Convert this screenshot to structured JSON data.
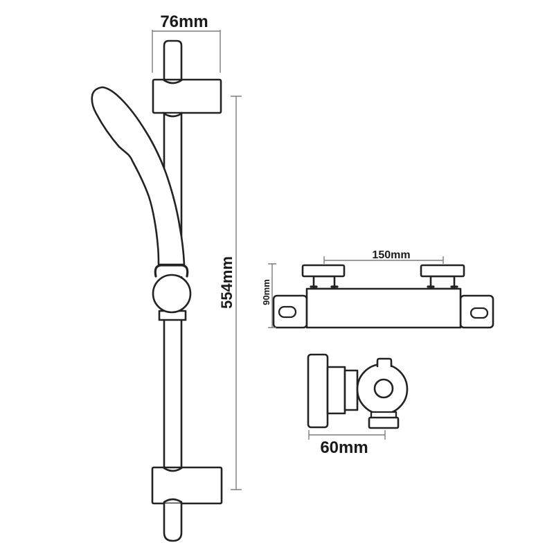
{
  "diagram": {
    "type": "technical-dimension-drawing",
    "subject": "shower riser rail kit with thermostatic bar valve",
    "labels": {
      "rail_width": "76mm",
      "rail_height": "554mm",
      "valve_centres": "150mm",
      "valve_height": "90mm",
      "valve_depth": "60mm"
    },
    "colors": {
      "outline": "#222222",
      "dimension_line": "#7d7d7d",
      "label_text": "#1a1a1a",
      "background": "#ffffff"
    }
  }
}
